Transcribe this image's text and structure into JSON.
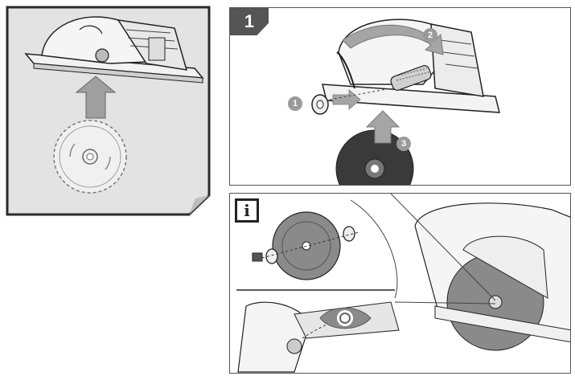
{
  "step_badge": {
    "label": "1"
  },
  "info_badge": {
    "label": "i"
  },
  "callouts": [
    "1",
    "2",
    "3"
  ],
  "colors": {
    "panel_gray": "#e3e3e3",
    "border_dark": "#2b2b2b",
    "badge_gray": "#555555",
    "callout_gray": "#9a9a9a",
    "arrow_gray": "#9f9f9f",
    "blade_gray": "#c8c8c8"
  },
  "icons": [
    "saw-blade",
    "circular-saw",
    "insert-arrow",
    "rotate-arrow",
    "eye-check-icon",
    "flange-washer",
    "bolt"
  ]
}
